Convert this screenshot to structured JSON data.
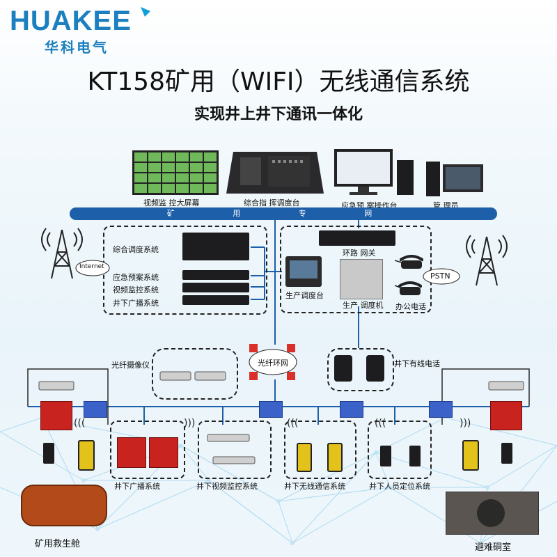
{
  "brand": {
    "logo_text": "HUAKEE",
    "logo_sub": "华科电气"
  },
  "title": "KT158矿用（WIFI）无线通信系统",
  "subtitle": "实现井上井下通讯一体化",
  "top_devices": {
    "video_wall": "视频监 控大屏幕",
    "dispatch_console": "综合指 挥调度台",
    "emergency_desk": "应急预 案操作台",
    "management": "管 理员"
  },
  "bus_label": "矿 用 专 网",
  "left_systems": {
    "dispatch": "综合调度系统",
    "emergency": "应急预案系统",
    "video": "视频监控系统",
    "broadcast": "井下广播系统"
  },
  "internet_label": "Internet",
  "right_systems": {
    "gateway": "环路 网关",
    "production_desk": "生产调度台",
    "dispatcher": "生产 调度机",
    "office_phone": "办公电话",
    "pstn": "PSTN"
  },
  "mid": {
    "fiber_camera": "光纤摄像仪",
    "fiber_ring": "光纤环网",
    "wired_phone": "井下有线电话"
  },
  "bottom": {
    "broadcast_sys": "井下广播系统",
    "video_sys": "井下视频监控系统",
    "wireless_sys": "井下无线通信系统",
    "positioning_sys": "井下人员定位系统",
    "rescue_cabin": "矿用救生舱",
    "refuge_chamber": "避难硐室"
  },
  "colors": {
    "bus": "#1d5fa8",
    "brand": "#1c7fbf",
    "red_device": "#c8231e",
    "blue_device": "#3a62c9",
    "yellow_phone": "#e3c21b"
  },
  "icons": [
    "tower-icon",
    "monitor-icon",
    "server-icon",
    "phone-icon",
    "camera-icon",
    "router-icon",
    "wifi-icon",
    "speaker-icon"
  ]
}
